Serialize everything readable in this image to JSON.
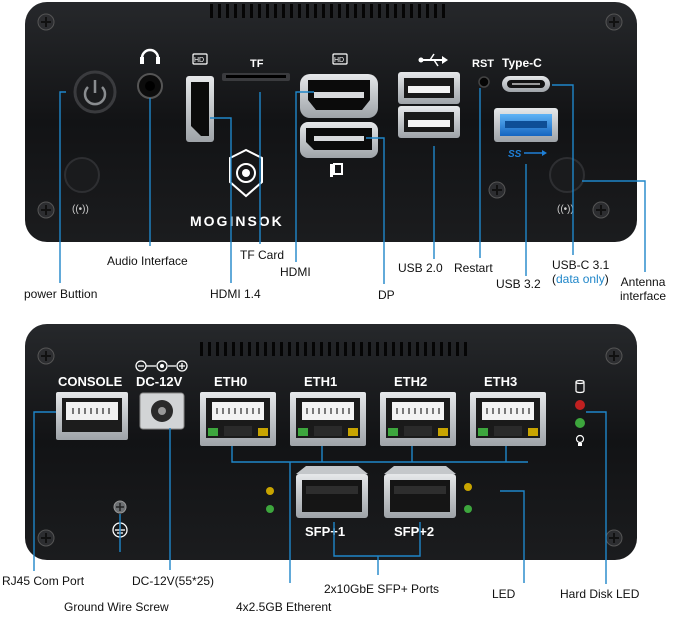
{
  "top_panel": {
    "brand": "MOGINSOK",
    "port_labels": {
      "tf": "TF",
      "rst": "RST",
      "type_c": "Type-C",
      "hdmi_badge": "HD",
      "usb_symbol": "•⟵⟶",
      "ss_symbol": "SS"
    }
  },
  "bottom_panel": {
    "port_labels": {
      "console": "CONSOLE",
      "dc": "DC-12V",
      "eth": [
        "ETH0",
        "ETH1",
        "ETH2",
        "ETH3"
      ],
      "sfp": [
        "SFP+1",
        "SFP+2"
      ]
    }
  },
  "callouts_top": {
    "power": "power Buttion",
    "audio": "Audio Interface",
    "hdmi14": "HDMI 1.4",
    "tf_card": "TF Card",
    "hdmi": "HDMI",
    "dp": "DP",
    "usb20": "USB 2.0",
    "restart": "Restart",
    "usb32": "USB 3.2",
    "usbc_line1": "USB-C 3.1",
    "usbc_open": "(",
    "usbc_data": "data only",
    "usbc_close": ")",
    "antenna_line1": "Antenna",
    "antenna_line2": "interface"
  },
  "callouts_bottom": {
    "rj45": "RJ45 Com Port",
    "ground": "Ground Wire Screw",
    "dc": "DC-12V(55*25)",
    "eth": "4x2.5GB Etherent",
    "sfp": "2x10GbE SFP+ Ports",
    "led": "LED",
    "hdd": "Hard Disk LED"
  },
  "colors": {
    "panel": "#111214",
    "port_silver": "#b8bcc0",
    "usb3_blue": "#1e7fd6",
    "callout_line": "#1f86c9",
    "led_green": "#3da63d",
    "led_red": "#c02020",
    "led_amber": "#c8a400"
  }
}
